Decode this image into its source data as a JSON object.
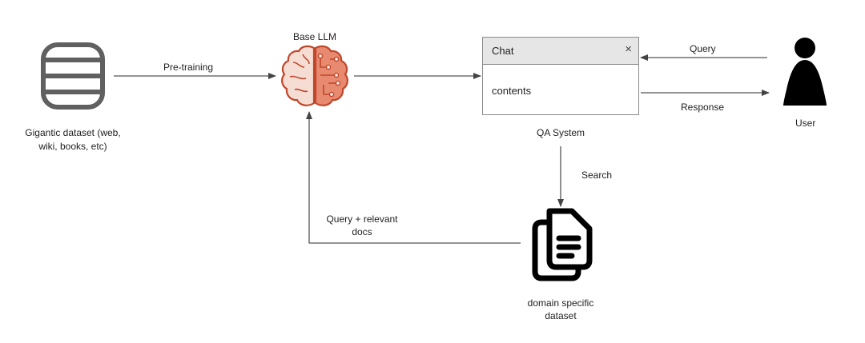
{
  "nodes": {
    "dataset_label_line1": "Gigantic dataset (web,",
    "dataset_label_line2": "wiki, books, etc)",
    "llm_label": "Base LLM",
    "chat_title": "Chat",
    "chat_close": "×",
    "chat_contents": "contents",
    "qa_label": "QA System",
    "user_label": "User",
    "docs_label_line1": "domain specific",
    "docs_label_line2": "dataset"
  },
  "edges": {
    "pretraining": "Pre-training",
    "query": "Query",
    "response": "Response",
    "search": "Search",
    "query_docs_line1": "Query + relevant",
    "query_docs_line2": "docs"
  },
  "colors": {
    "brain_light": "#f6ddd4",
    "brain_dark": "#e88a6f",
    "brain_outline": "#c0472b",
    "line": "#444444"
  }
}
